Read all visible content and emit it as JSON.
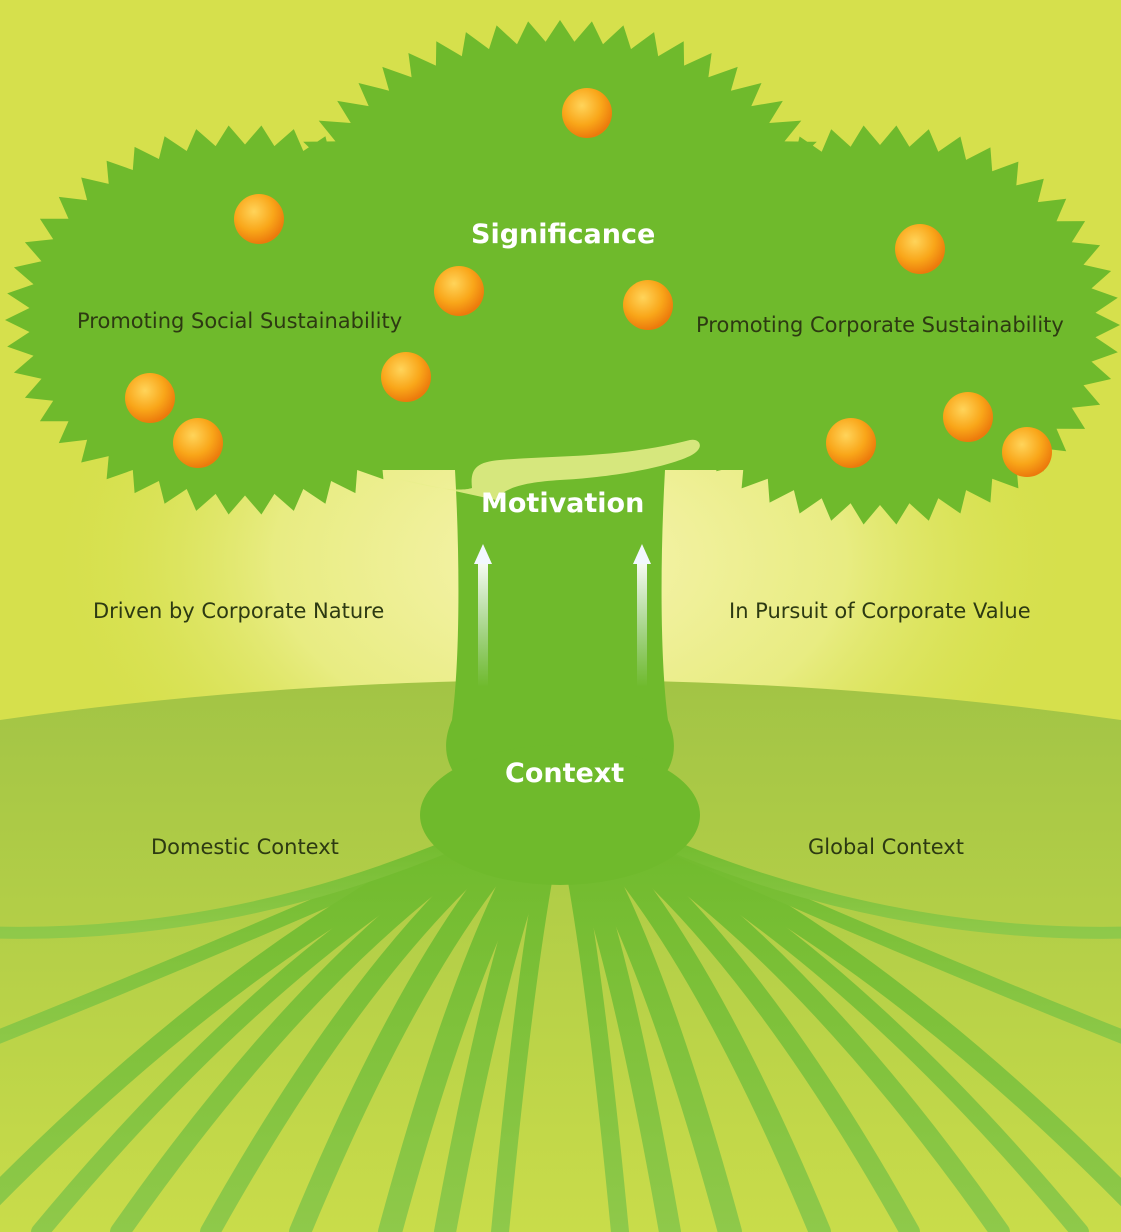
{
  "diagram": {
    "headings": {
      "significance": "Significance",
      "motivation": "Motivation",
      "context": "Context"
    },
    "labels": {
      "social": "Promoting Social Sustainability",
      "corporate": "Promoting Corporate Sustainability",
      "nature": "Driven by Corporate Nature",
      "value": "In Pursuit of Corporate Value",
      "domestic": "Domestic Context",
      "global": "Global Context"
    },
    "fruit_count": 11,
    "colors": {
      "background": "#d6e04c",
      "tree": "#6fba2c",
      "fruit": "#f7a418",
      "ground": "#a9c94a"
    }
  }
}
